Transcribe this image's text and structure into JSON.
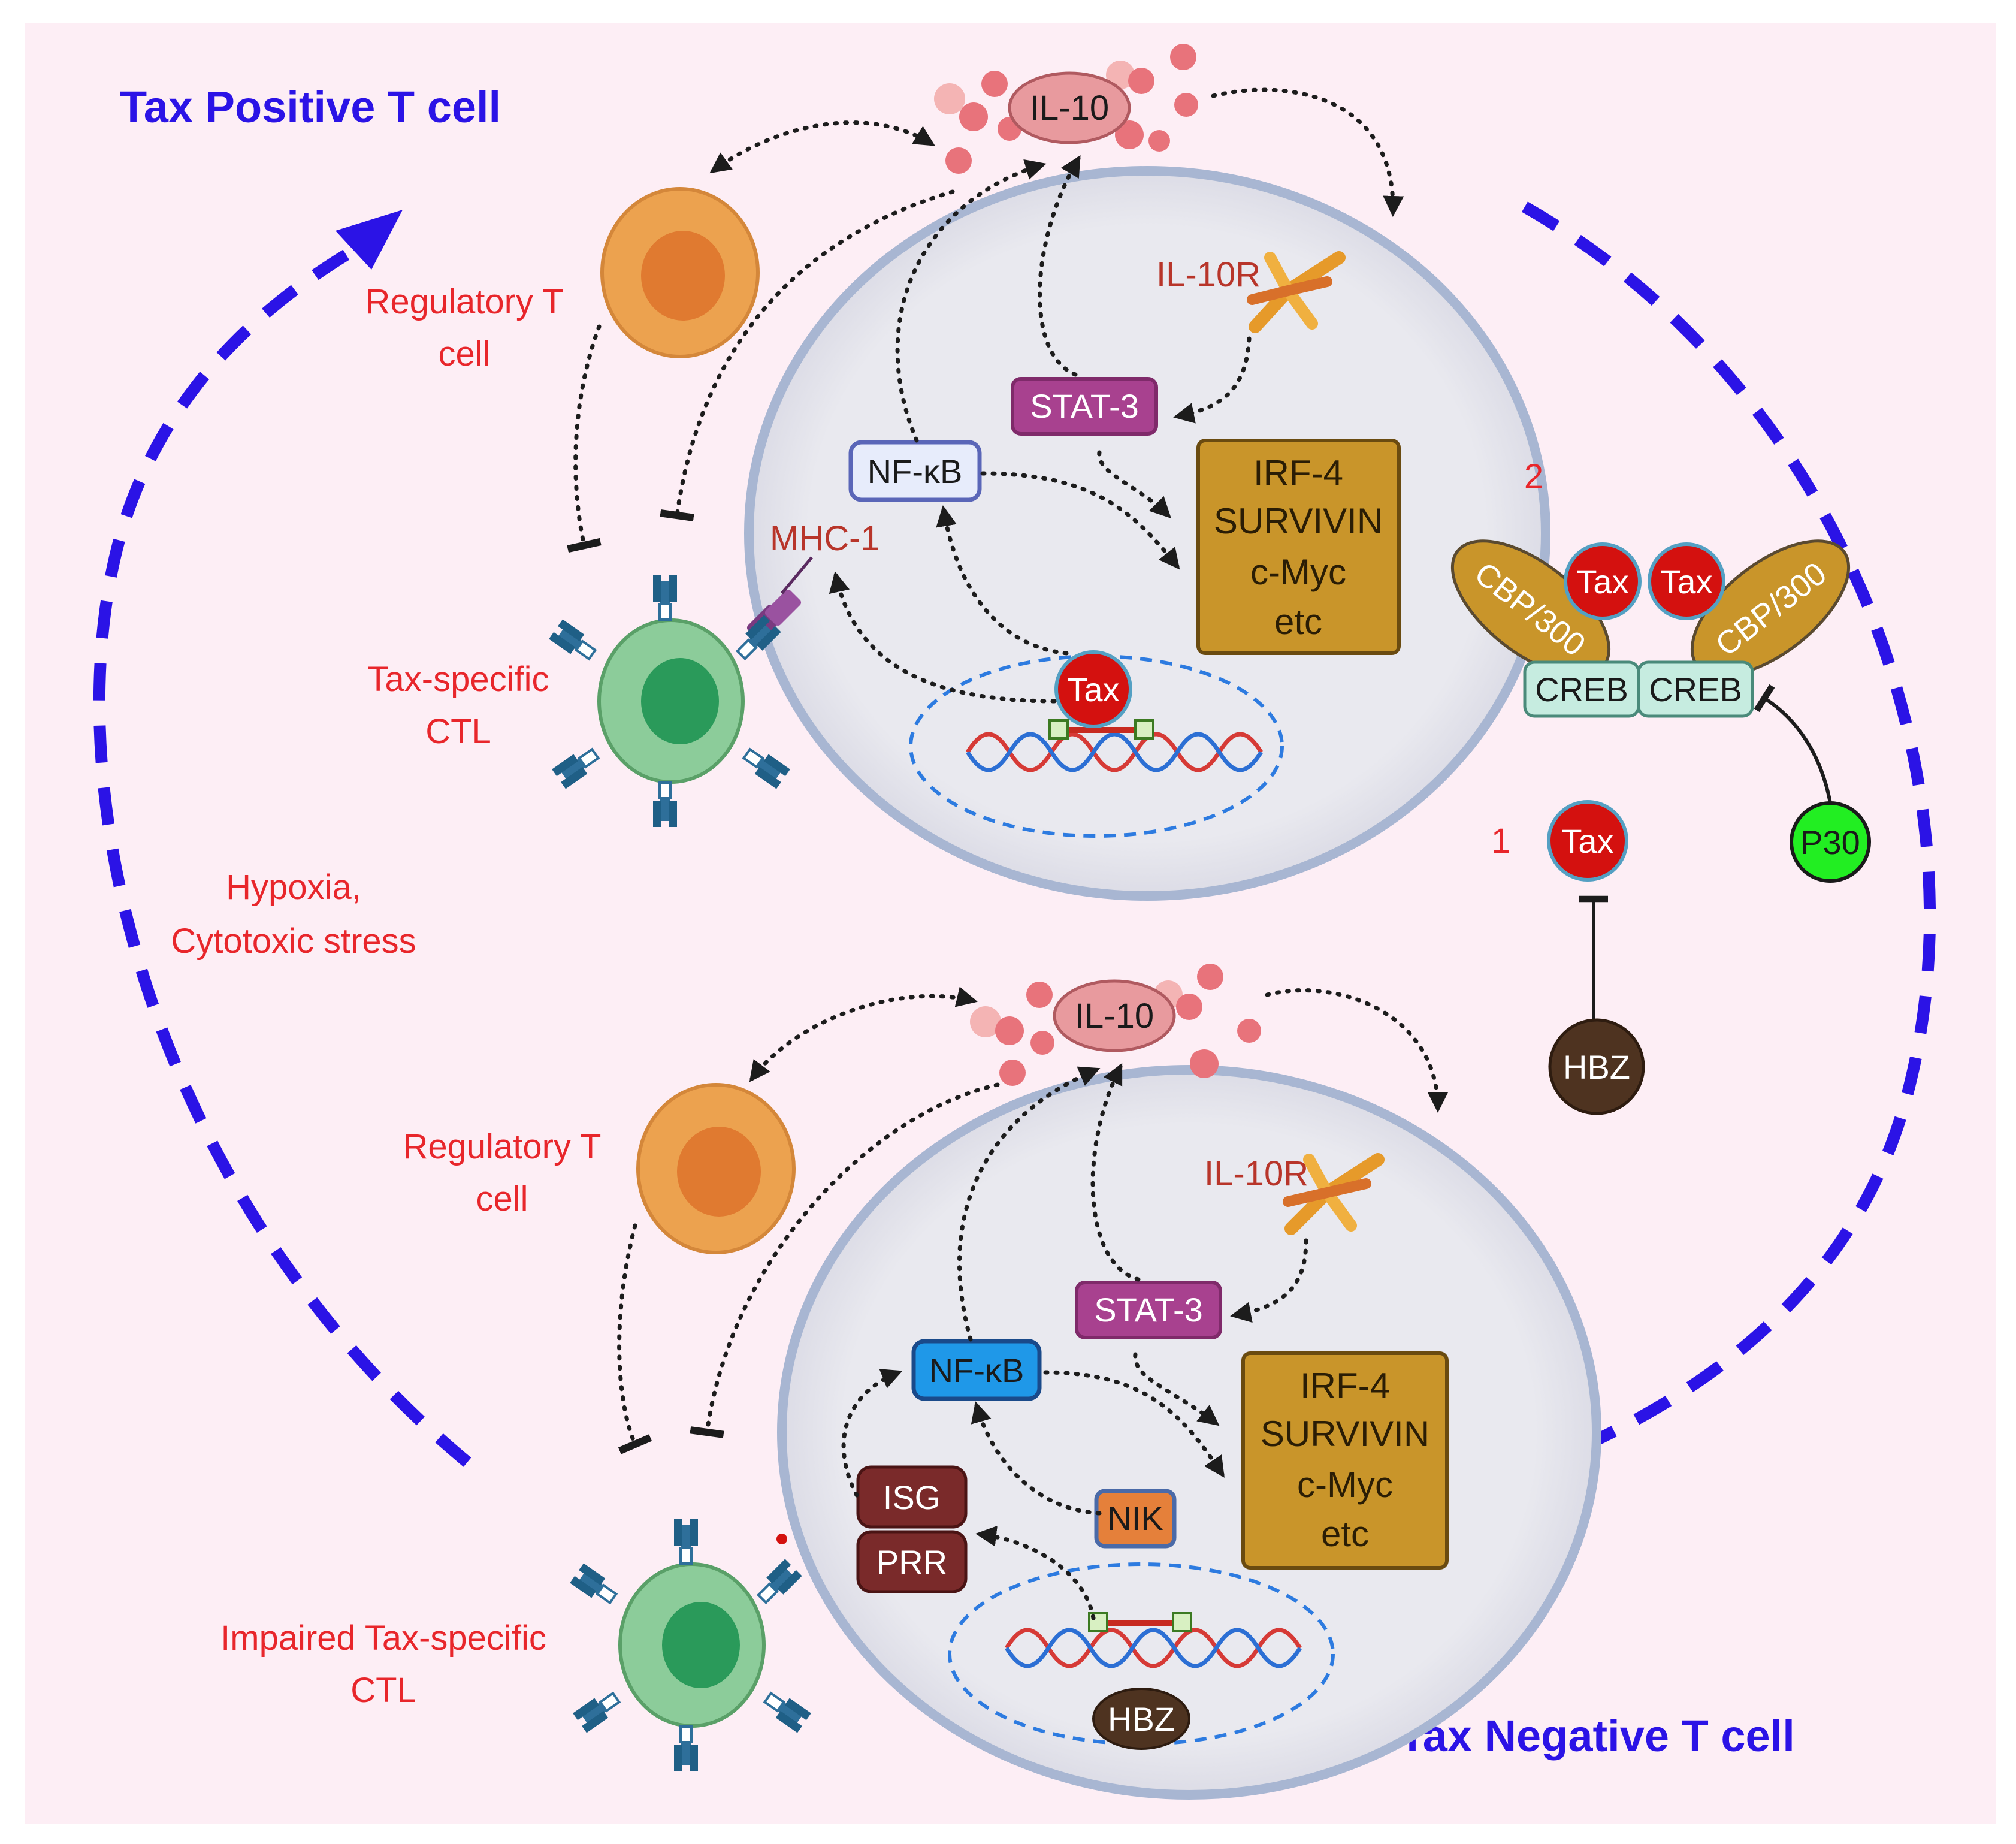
{
  "title_top": "Tax Positive T cell",
  "title_bottom": "Tax Negative T cell",
  "side_label": [
    "Hypoxia,",
    "Cytotoxic stress"
  ],
  "top_cell": {
    "il10": "IL-10",
    "il10r": "IL-10R",
    "stat3": "STAT-3",
    "nfkb": "NF-κB",
    "mhc": "MHC-1",
    "tax": "Tax",
    "genes": [
      "IRF-4",
      "SURVIVIN",
      "c-Myc",
      "etc"
    ],
    "treg": [
      "Regulatory T",
      "cell"
    ],
    "ctl": [
      "Tax-specific",
      "CTL"
    ]
  },
  "bottom_cell": {
    "il10": "IL-10",
    "il10r": "IL-10R",
    "stat3": "STAT-3",
    "nfkb": "NF-κB",
    "nik": "NIK",
    "isg": "ISG",
    "prr": "PRR",
    "hbz": "HBZ",
    "genes": [
      "IRF-4",
      "SURVIVIN",
      "c-Myc",
      "etc"
    ],
    "treg": [
      "Regulatory T",
      "cell"
    ],
    "ctl": [
      "Impaired Tax-specific",
      "CTL"
    ]
  },
  "complex": {
    "label2": "2",
    "label1": "1",
    "cbp_left": "CBP/300",
    "cbp_right": "CBP/300",
    "tax_a": "Tax",
    "tax_b": "Tax",
    "creb_a": "CREB",
    "creb_b": "CREB",
    "p30": "P30",
    "tax_single": "Tax",
    "hbz": "HBZ"
  },
  "colors": {
    "background": "#fdeef5",
    "arrow_blue": "#2b13e6",
    "label_red": "#e8262b",
    "cell_fill": "#e8e8ee",
    "cell_border": "#a8b6d2",
    "stat3": "#a8418f",
    "gene_box": "#c9952a",
    "tax": "#d4110f",
    "hbz": "#4e3320",
    "p30": "#22ee22",
    "cbp": "#c9952a",
    "creb": "#c6ece0"
  }
}
